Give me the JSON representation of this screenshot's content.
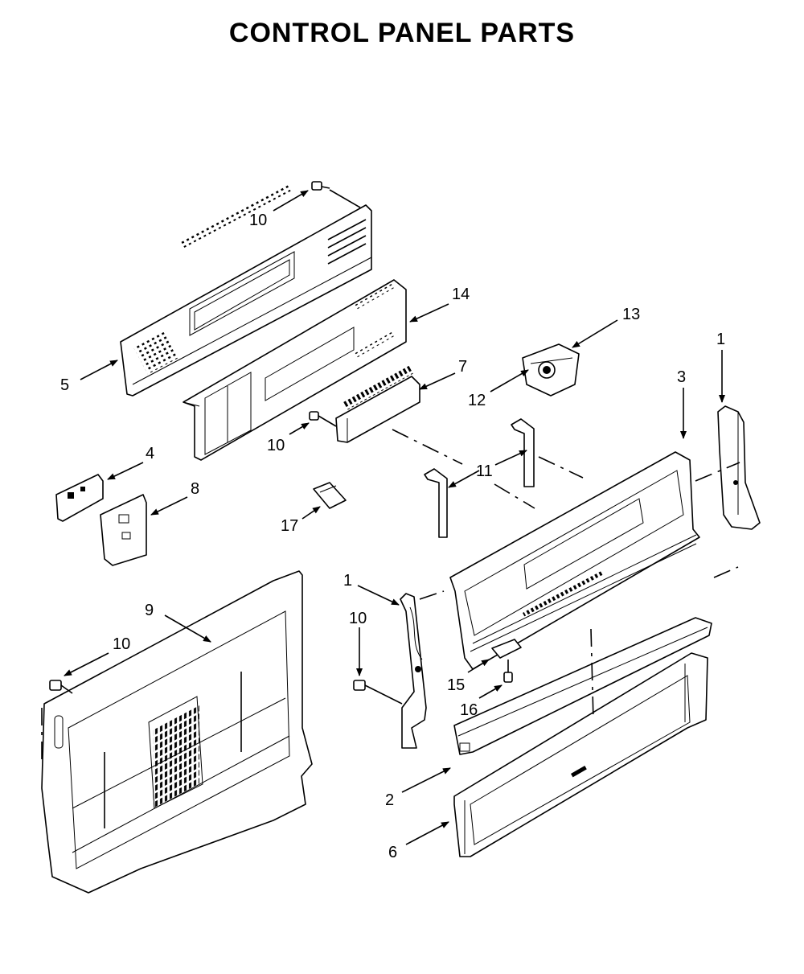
{
  "title": "CONTROL PANEL PARTS",
  "callouts": [
    {
      "id": "c-10a",
      "label": "10"
    },
    {
      "id": "c-14",
      "label": "14"
    },
    {
      "id": "c-13",
      "label": "13"
    },
    {
      "id": "c-1a",
      "label": "1"
    },
    {
      "id": "c-5",
      "label": "5"
    },
    {
      "id": "c-7",
      "label": "7"
    },
    {
      "id": "c-3",
      "label": "3"
    },
    {
      "id": "c-12",
      "label": "12"
    },
    {
      "id": "c-10b",
      "label": "10"
    },
    {
      "id": "c-4",
      "label": "4"
    },
    {
      "id": "c-11",
      "label": "11"
    },
    {
      "id": "c-8",
      "label": "8"
    },
    {
      "id": "c-17",
      "label": "17"
    },
    {
      "id": "c-9",
      "label": "9"
    },
    {
      "id": "c-1b",
      "label": "1"
    },
    {
      "id": "c-10c",
      "label": "10"
    },
    {
      "id": "c-10d",
      "label": "10"
    },
    {
      "id": "c-15",
      "label": "15"
    },
    {
      "id": "c-16",
      "label": "16"
    },
    {
      "id": "c-2",
      "label": "2"
    },
    {
      "id": "c-6",
      "label": "6"
    }
  ],
  "colors": {
    "ink": "#000000",
    "background": "#ffffff"
  }
}
